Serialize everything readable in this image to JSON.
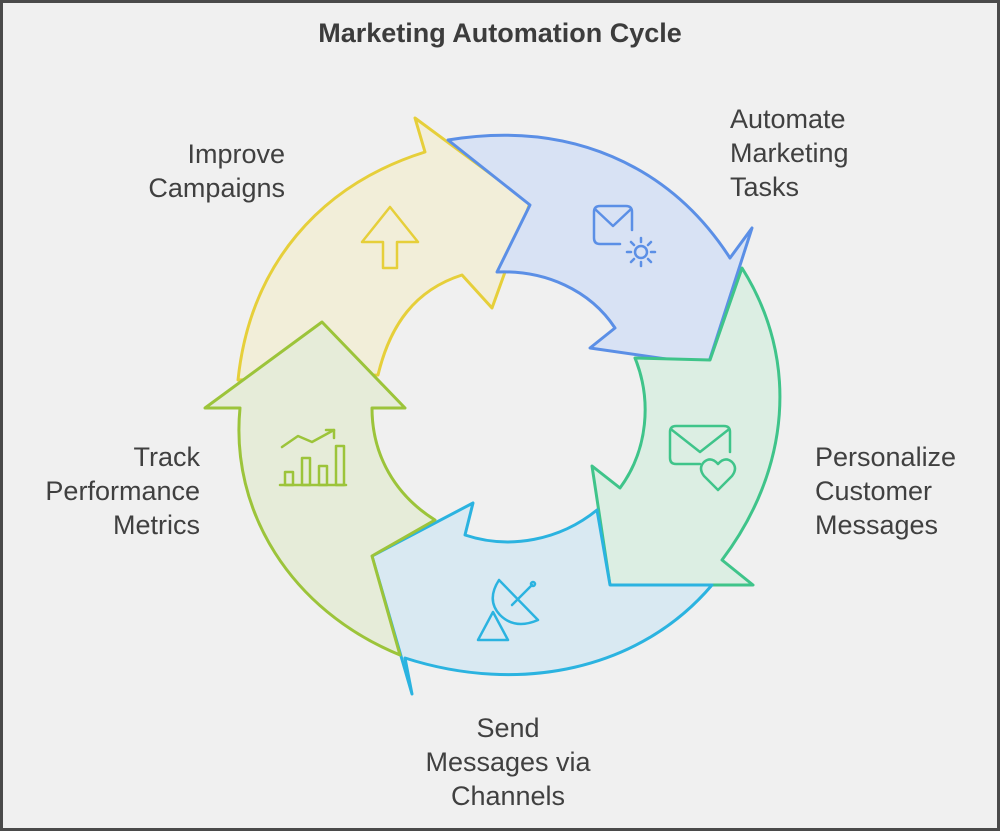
{
  "title": "Marketing Automation Cycle",
  "steps": [
    {
      "label": "Automate\nMarketing\nTasks",
      "icon": "email-gear-icon",
      "color": "#5b8fe6",
      "fill": "#d8e2f4"
    },
    {
      "label": "Personalize\nCustomer\nMessages",
      "icon": "email-heart-icon",
      "color": "#3fc48a",
      "fill": "#dceee3"
    },
    {
      "label": "Send\nMessages via\nChannels",
      "icon": "satellite-dish-icon",
      "color": "#2bb3e0",
      "fill": "#d9e9f2"
    },
    {
      "label": "Track\nPerformance\nMetrics",
      "icon": "bar-chart-trend-icon",
      "color": "#9cc43a",
      "fill": "#e6ecd9"
    },
    {
      "label": "Improve\nCampaigns",
      "icon": "arrow-up-icon",
      "color": "#e6cf3a",
      "fill": "#f2eed9"
    }
  ]
}
